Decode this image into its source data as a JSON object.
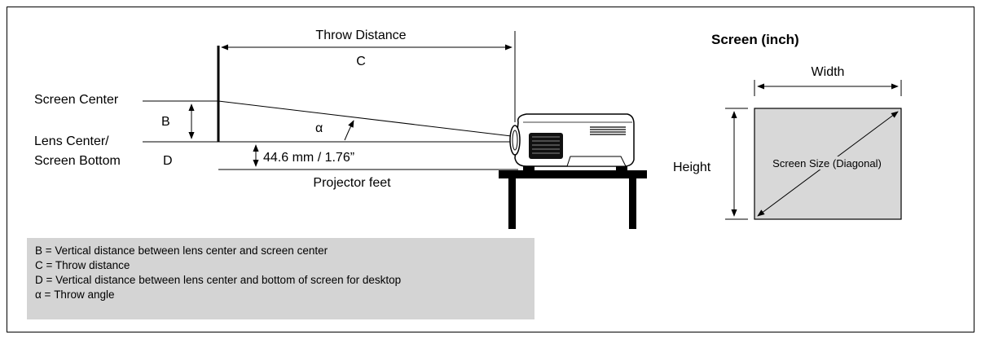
{
  "labels": {
    "throw_distance": "Throw Distance",
    "c_marker": "C",
    "screen_center": "Screen Center",
    "b_marker": "B",
    "lens_center_line1": "Lens Center/",
    "lens_center_line2": "Screen Bottom",
    "d_marker": "D",
    "alpha_marker": "α",
    "feet_offset": "44.6 mm / 1.76”",
    "projector_feet": "Projector feet",
    "screen_title": "Screen (inch)",
    "width": "Width",
    "height": "Height",
    "screen_size": "Screen Size (Diagonal)"
  },
  "legend": [
    "B = Vertical distance between lens center and screen center",
    "C = Throw distance",
    "D = Vertical distance between lens center and bottom of screen for desktop",
    "α = Throw angle"
  ],
  "colors": {
    "line": "#000000",
    "legend_bg": "#d4d4d4",
    "screen_fill": "#d8d8d8",
    "projector_body": "#ffffff"
  },
  "icons": {
    "projector": "projector-icon",
    "table": "table-icon"
  }
}
